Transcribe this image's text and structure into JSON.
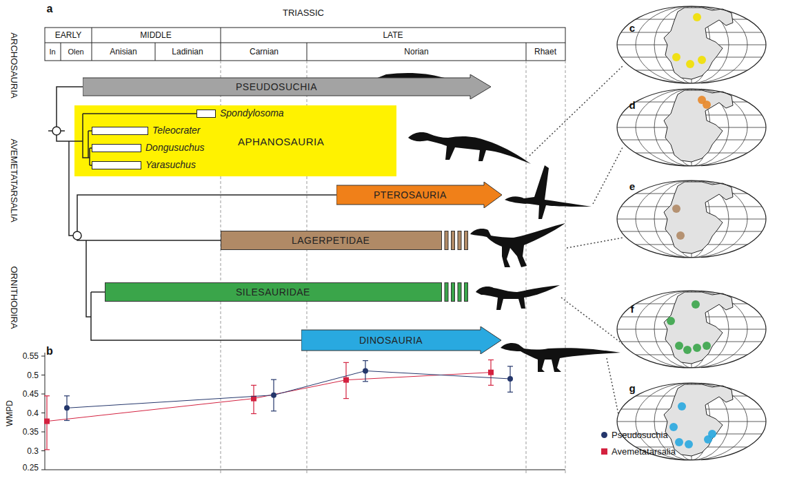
{
  "diagram": {
    "nodes": [
      {
        "text": [
          "PSEUDOSUCHIA"
        ]
      },
      {
        "text": [
          "APHANOSAURIA"
        ]
      },
      {
        "text": [
          "Spondylosoma"
        ],
        "in": 1
      },
      {
        "text": [
          "Teleocrater"
        ],
        "in": 1
      },
      {
        "text": [
          "Dongusuchus"
        ],
        "in": 1
      },
      {
        "text": [
          "Yarasuchus"
        ],
        "in": 1
      },
      {
        "text": [
          "PTEROSAURIA"
        ]
      },
      {
        "text": [
          "LAGERPETIDAE"
        ]
      },
      {
        "text": [
          "SILESAURIDAE"
        ]
      },
      {
        "text": [
          "DINOSAURIA"
        ]
      }
    ],
    "labels": [
      "TRIASSIC",
      "EARLY",
      "MIDDLE",
      "LATE",
      "In",
      "Olen",
      "Anisian",
      "Ladinian",
      "Carnian",
      "Norian",
      "Rhaet",
      "ARCHOSAURIA",
      "AVEMETATARSALIA",
      "ORNITHODIRA",
      "a",
      "b",
      "c",
      "d",
      "e",
      "f",
      "g",
      "0.55",
      "0.5",
      "0.45",
      "0.4",
      "0.35",
      "0.3",
      "0.25",
      "WMPD"
    ],
    "legend": [
      {
        "text": "Pseudosuchia",
        "color": "#24366b"
      },
      {
        "text": "Avemetatarsalia",
        "color": "#d3213f"
      }
    ]
  }
}
